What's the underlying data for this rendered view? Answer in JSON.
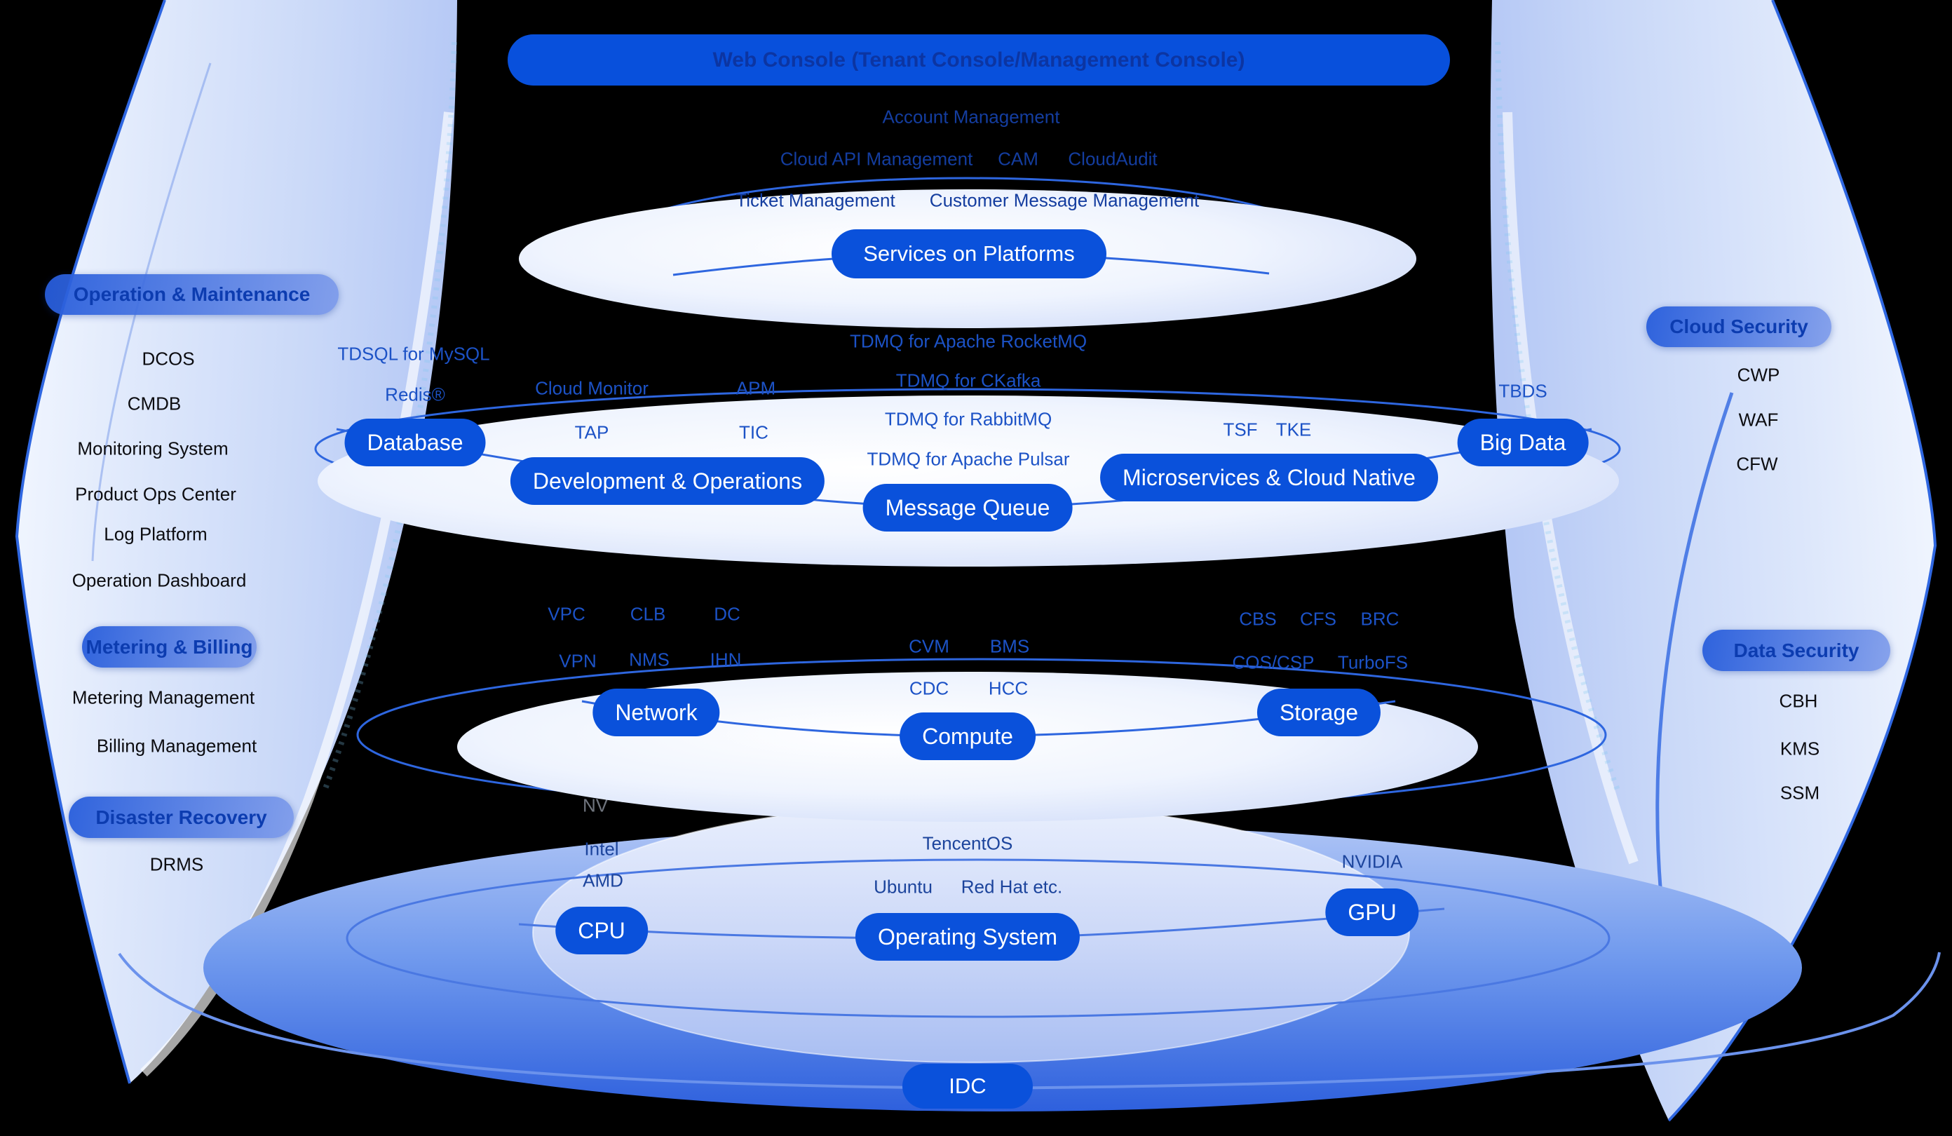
{
  "banner": {
    "label": "Web Console (Tenant Console/Management Console)"
  },
  "top": {
    "account": "Account Management",
    "row2": [
      "Cloud API Management",
      "CAM",
      "CloudAudit"
    ],
    "row3": [
      "Ticket Management",
      "Customer Message Management"
    ],
    "services_pill": "Services on Platforms"
  },
  "left_panel": {
    "om_header": "Operation & Maintenance",
    "om_items": [
      "DCOS",
      "CMDB",
      "Monitoring System",
      "Product Ops Center",
      "Log Platform",
      "Operation Dashboard"
    ],
    "mb_header": "Metering & Billing",
    "mb_items": [
      "Metering Management",
      "Billing Management"
    ],
    "dr_header": "Disaster Recovery",
    "dr_items": [
      "DRMS"
    ]
  },
  "right_panel": {
    "cs_header": "Cloud Security",
    "cs_items": [
      "CWP",
      "WAF",
      "CFW"
    ],
    "ds_header": "Data Security",
    "ds_items": [
      "CBH",
      "KMS",
      "SSM"
    ]
  },
  "paas": {
    "database": {
      "pill": "Database",
      "items": [
        "TDSQL for MySQL",
        "Redis®"
      ]
    },
    "devops": {
      "pill": "Development & Operations",
      "items": [
        "Cloud Monitor",
        "APM",
        "TAP",
        "TIC"
      ]
    },
    "mq": {
      "pill": "Message Queue",
      "items": [
        "TDMQ for Apache RocketMQ",
        "TDMQ for CKafka",
        "TDMQ for RabbitMQ",
        "TDMQ for Apache Pulsar"
      ]
    },
    "microservices": {
      "pill": "Microservices & Cloud Native",
      "items": [
        "TSF",
        "TKE"
      ]
    },
    "bigdata": {
      "pill": "Big Data",
      "items": [
        "TBDS"
      ]
    }
  },
  "iaas": {
    "network": {
      "pill": "Network",
      "items": [
        "VPC",
        "CLB",
        "DC",
        "VPN",
        "NMS",
        "IHN"
      ]
    },
    "compute": {
      "pill": "Compute",
      "items": [
        "CVM",
        "BMS",
        "CDC",
        "HCC"
      ]
    },
    "storage": {
      "pill": "Storage",
      "items": [
        "CBS",
        "CFS",
        "BRC",
        "COS/CSP",
        "TurboFS"
      ]
    }
  },
  "hardware": {
    "watermark": "NV",
    "cpu": {
      "pill": "CPU",
      "items": [
        "Intel",
        "AMD"
      ]
    },
    "os": {
      "pill": "Operating System",
      "items": [
        "TencentOS",
        "Ubuntu",
        "Red Hat etc."
      ]
    },
    "gpu": {
      "pill": "GPU",
      "items": [
        "NVIDIA"
      ]
    }
  },
  "idc": {
    "pill": "IDC"
  },
  "colors": {
    "primary_blue": "#0A51DB",
    "banner_text": "#0C35A2",
    "label_blue": "#1C52C6",
    "hardware_label": "#1C449C",
    "header_text": "#0C3CB0",
    "outline_blue": "#2E66DF",
    "background": "#000000"
  }
}
